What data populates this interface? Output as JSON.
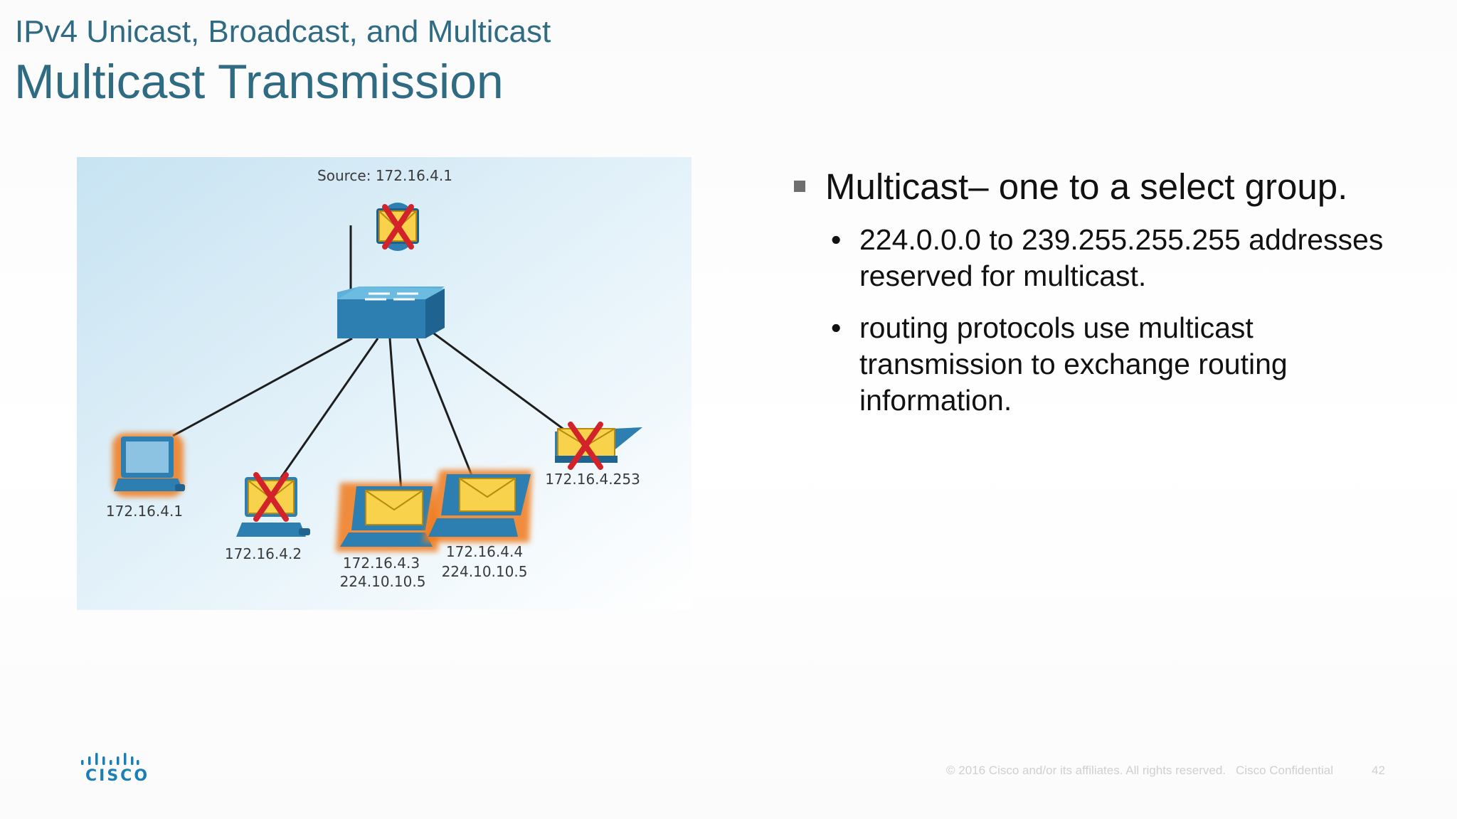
{
  "header": {
    "subtitle": "IPv4 Unicast, Broadcast, and Multicast",
    "title": "Multicast Transmission"
  },
  "diagram": {
    "source_label": "Source: 172.16.4.1",
    "hosts": [
      {
        "ip": "172.16.4.1",
        "group": "",
        "device": "desktop-pc-icon",
        "receives": true
      },
      {
        "ip": "172.16.4.2",
        "group": "",
        "device": "desktop-pc-icon",
        "receives": false
      },
      {
        "ip": "172.16.4.3",
        "group": "224.10.10.5",
        "device": "laptop-icon",
        "receives": true
      },
      {
        "ip": "172.16.4.4",
        "group": "224.10.10.5",
        "device": "laptop-icon",
        "receives": true
      },
      {
        "ip": "172.16.4.253",
        "group": "",
        "device": "router-icon",
        "receives": false
      }
    ],
    "colors": {
      "highlight": "#f07a1e",
      "reject_mark": "#d2232a",
      "device": "#2c7fb0",
      "envelope": "#f7d24a"
    }
  },
  "bullets": {
    "main": "Multicast– one to a select group.",
    "items": [
      "224.0.0.0 to 239.255.255.255 addresses reserved for multicast.",
      "routing protocols use multicast transmission to exchange routing information."
    ]
  },
  "footer": {
    "copyright": "© 2016  Cisco and/or its affiliates. All rights reserved.",
    "confidential": "Cisco Confidential",
    "page": "42",
    "logo": "CISCO"
  }
}
